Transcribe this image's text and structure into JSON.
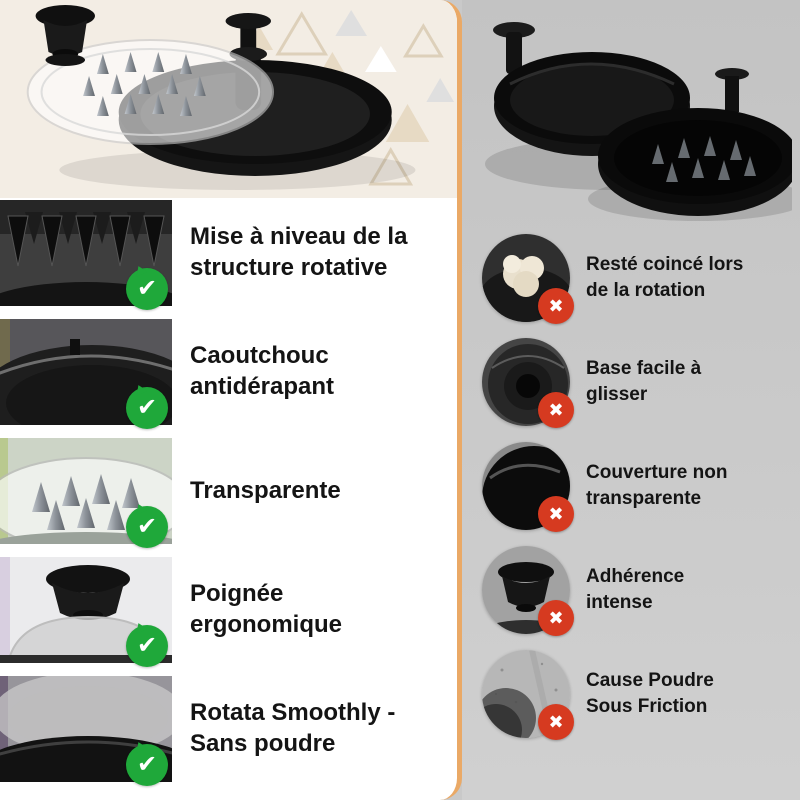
{
  "colors": {
    "check_green": "#1fa83a",
    "cross_red": "#d63a20",
    "divider_tan": "#eaa966",
    "left_bg": "#ffffff",
    "right_bg": "#c9c9c9",
    "text_dark": "#141414"
  },
  "icons": {
    "check": "✔",
    "cross": "✖"
  },
  "left_panel": {
    "hero_image": "burger-press-with-transparent-lid-photo",
    "features": [
      {
        "text": "Mise à niveau de la\nstructure rotative",
        "image": "rotating-spikes-closeup"
      },
      {
        "text": "Caoutchouc\nantidérapant",
        "image": "non-slip-rubber-base"
      },
      {
        "text": "Transparente",
        "image": "transparent-cover-with-spikes"
      },
      {
        "text": "Poignée\nergonomique",
        "image": "ergonomic-handle"
      },
      {
        "text": "Rotata Smoothly -\nSans poudre",
        "image": "smooth-rotating-base"
      }
    ]
  },
  "right_panel": {
    "hero_image": "black-opaque-burger-press-photo",
    "features": [
      {
        "text": "Resté coincé lors\nde la rotation",
        "image": "meat-stuck-in-press"
      },
      {
        "text": "Base facile à\nglisser",
        "image": "sliding-base-hole"
      },
      {
        "text": "Couverture non\ntransparente",
        "image": "opaque-cover"
      },
      {
        "text": "Adhérence\nintense",
        "image": "intense-adhesion-handle"
      },
      {
        "text": "Cause Poudre\nSous Friction",
        "image": "powder-under-friction"
      }
    ]
  }
}
